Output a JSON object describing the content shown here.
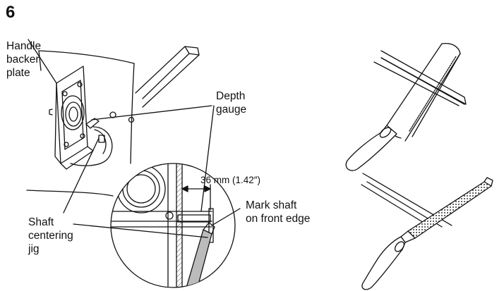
{
  "step": "6",
  "labels": {
    "handle_backer_plate": "Handle\nbacker\nplate",
    "depth_gauge": "Depth\ngauge",
    "dimension": "36 mm (1.42″)",
    "mark_shaft": "Mark shaft\non front edge",
    "shaft_centering_jig": "Shaft\ncentering\njig"
  },
  "colors": {
    "line": "#111111",
    "shade": "#bbbbbb",
    "hatch": "#555555"
  },
  "icons": [
    "hacksaw-icon",
    "file-icon"
  ]
}
